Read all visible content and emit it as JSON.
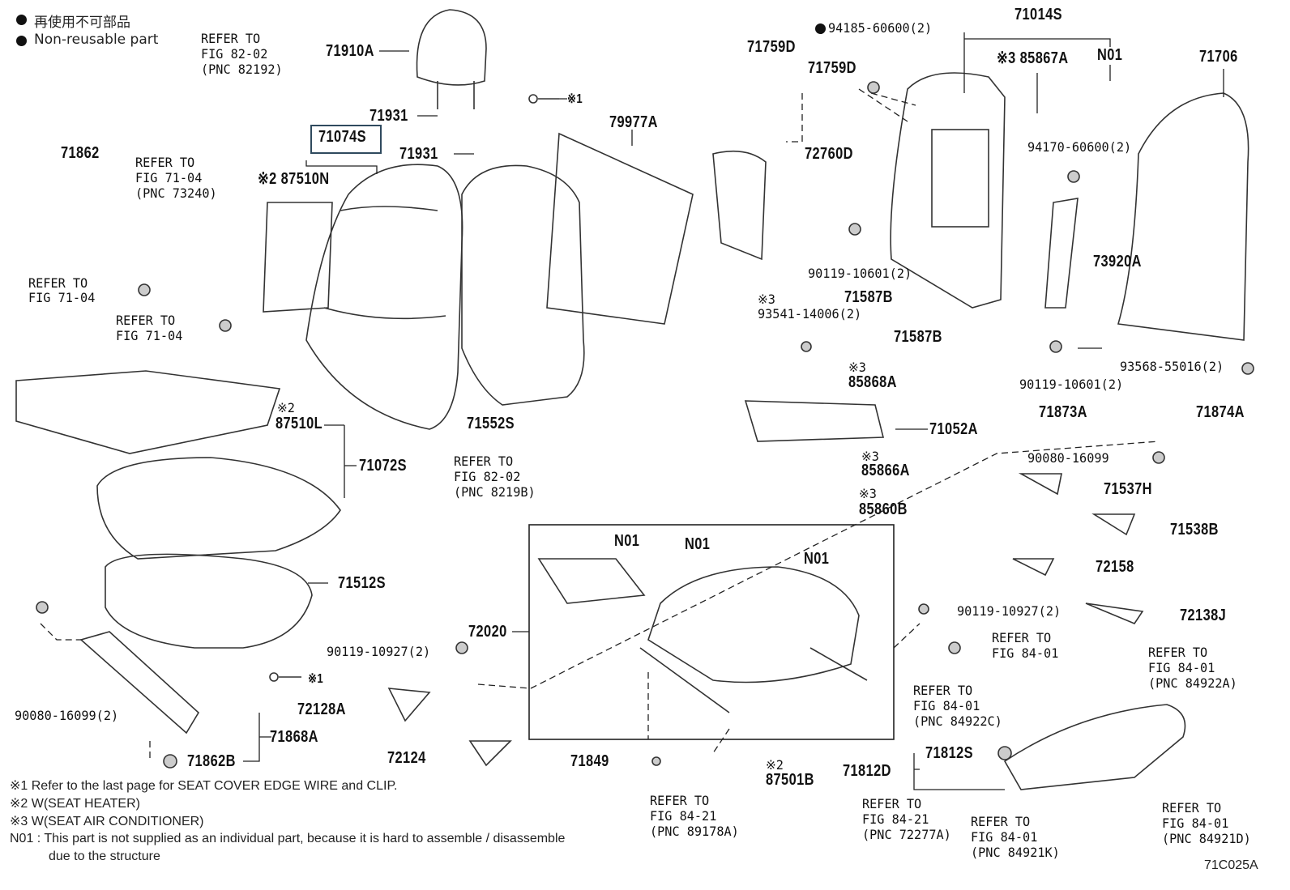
{
  "legend": {
    "japanese": "再使用不可部品",
    "english": "Non-reusable part"
  },
  "parts": {
    "p71910A": "71910A",
    "p71931a": "71931",
    "p71931b": "71931",
    "p71074S": "71074S",
    "p79977A": "79977A",
    "p71759Da": "71759D",
    "p71759Db": "71759D",
    "p94185": "94185-60600(2)",
    "p71014S": "71014S",
    "p85867A": "※3 85867A",
    "pN01a": "N01",
    "p71706": "71706",
    "p71862": "71862",
    "p87510N": "※2 87510N",
    "p72760D": "72760D",
    "p94170": "94170-60600(2)",
    "p90119a": "90119-10601(2)",
    "p73920A": "73920A",
    "p71587Ba": "71587B",
    "p71587Bb": "71587B",
    "p85868A": "85868A",
    "p90119b": "90119-10601(2)",
    "p93568": "93568-55016(2)",
    "p71873A": "71873A",
    "p71874A": "71874A",
    "p87510L": "87510L",
    "p71552S": "71552S",
    "p71052A": "71052A",
    "p90080a": "90080-16099",
    "p71072S": "71072S",
    "p85866A": "85866A",
    "p71537H": "71537H",
    "p85860B": "85860B",
    "p71538B": "71538B",
    "pN01b": "N01",
    "pN01c": "N01",
    "pN01d": "N01",
    "p72158": "72158",
    "p71512S": "71512S",
    "p90119c": "90119-10927(2)",
    "p72138J": "72138J",
    "p72020": "72020",
    "p90119d": "90119-10927(2)",
    "p90080b": "90080-16099(2)",
    "p72128A": "72128A",
    "p71868A": "71868A",
    "p71812S": "71812S",
    "p71862B": "71862B",
    "p72124": "72124",
    "p71849": "71849",
    "p87501B": "87501B",
    "p71812D": "71812D",
    "p93541": "93541-14006(2)",
    "clip1": "※1",
    "clip2": "※1",
    "m2a": "※2",
    "m2b": "※2",
    "m3a": "※3",
    "m3b": "※3",
    "m3c": "※3",
    "m3d": "※3",
    "figcode": "71C025A"
  },
  "refs": {
    "r1": [
      "REFER TO",
      "FIG 82-02",
      "(PNC 82192)"
    ],
    "r2": [
      "REFER TO",
      "FIG 71-04",
      "(PNC 73240)"
    ],
    "r3": [
      "REFER TO",
      "FIG 71-04"
    ],
    "r4": [
      "REFER TO",
      "FIG 71-04"
    ],
    "r5": [
      "REFER TO",
      "FIG 82-02",
      "(PNC 8219B)"
    ],
    "r6": [
      "REFER TO",
      "FIG 84-01"
    ],
    "r7": [
      "REFER TO",
      "FIG 84-01",
      "(PNC 84922A)"
    ],
    "r8": [
      "REFER TO",
      "FIG 84-01",
      "(PNC 84922C)"
    ],
    "r9": [
      "REFER TO",
      "FIG 84-21",
      "(PNC 89178A)"
    ],
    "r10": [
      "REFER TO",
      "FIG 84-21",
      "(PNC 72277A)"
    ],
    "r11": [
      "REFER TO",
      "FIG 84-01",
      "(PNC 84921K)"
    ],
    "r12": [
      "REFER TO",
      "FIG 84-01",
      "(PNC 84921D)"
    ]
  },
  "footnotes": [
    "※1  Refer to the last page for SEAT COVER EDGE WIRE and CLIP.",
    "※2  W(SEAT HEATER)",
    "※3  W(SEAT AIR CONDITIONER)",
    "N01 : This part is not supplied as an individual part, because it is hard to assemble / disassemble",
    "due to the structure"
  ],
  "colors": {
    "highlight_box": "#2f4a5e",
    "ink": "#111111"
  }
}
